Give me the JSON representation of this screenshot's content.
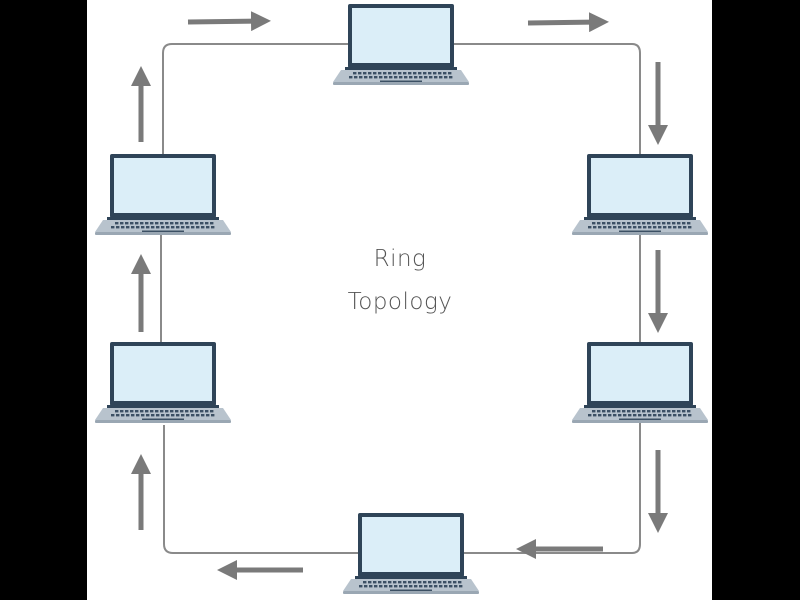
{
  "title": {
    "line1": "Ring",
    "line2": "Topology"
  },
  "nodes": [
    {
      "name": "laptop-top"
    },
    {
      "name": "laptop-right-upper"
    },
    {
      "name": "laptop-right-lower"
    },
    {
      "name": "laptop-bottom"
    },
    {
      "name": "laptop-left-lower"
    },
    {
      "name": "laptop-left-upper"
    }
  ],
  "colors": {
    "background": "#ffffff",
    "frame": "#000000",
    "ring_line": "#8a8a8a",
    "arrow": "#7a7a7a",
    "laptop_bezel": "#2f4458",
    "laptop_screen": "#dbeef8",
    "laptop_base": "#b8c3cd",
    "laptop_keys": "#3c5064",
    "text": "#555555"
  },
  "flow_direction": "clockwise"
}
